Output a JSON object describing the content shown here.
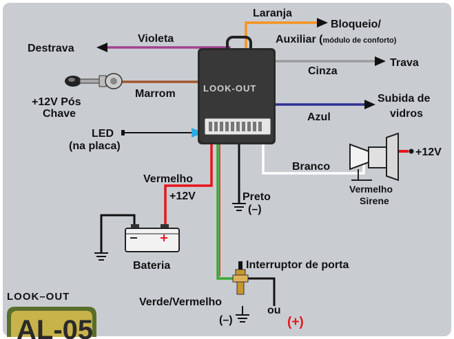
{
  "device": {
    "name": "LOOK-OUT"
  },
  "badge": {
    "brand": "LOOK–OUT",
    "model": "AL-05"
  },
  "labels": {
    "laranja": "Laranja",
    "bloqueio": "Bloqueio/",
    "auxiliar": "Auxiliar (",
    "modulo": "módulo de conforto)",
    "violeta": "Violeta",
    "destrava": "Destrava",
    "cinza": "Cinza",
    "trava": "Trava",
    "marrom": "Marrom",
    "pos_chave_1": "+12V Pós",
    "pos_chave_2": "Chave",
    "azul": "Azul",
    "subida_1": "Subida de",
    "subida_2": "vidros",
    "led_1": "LED",
    "led_2": "(na placa)",
    "branco": "Branco",
    "plus12_sirene": "+12V",
    "vermelho_sirene": "Vermelho",
    "sirene": "Sirene",
    "vermelho": "Vermelho",
    "plus12": "+12V",
    "preto": "Preto",
    "preto_gnd": "(–)",
    "bateria": "Bateria",
    "interruptor": "Interruptor de porta",
    "verde_vermelho": "Verde/Vermelho",
    "minus": "(–)",
    "ou": "ou",
    "plus": "(+)"
  },
  "colors": {
    "orange": "#f7931e",
    "violet": "#a4418f",
    "brown": "#a0572e",
    "gray": "#9c9c9c",
    "blue": "#2e3192",
    "red": "#e8141b",
    "green": "#39a935",
    "led_arrow": "#29abe2",
    "background": "#c9cdd2"
  }
}
